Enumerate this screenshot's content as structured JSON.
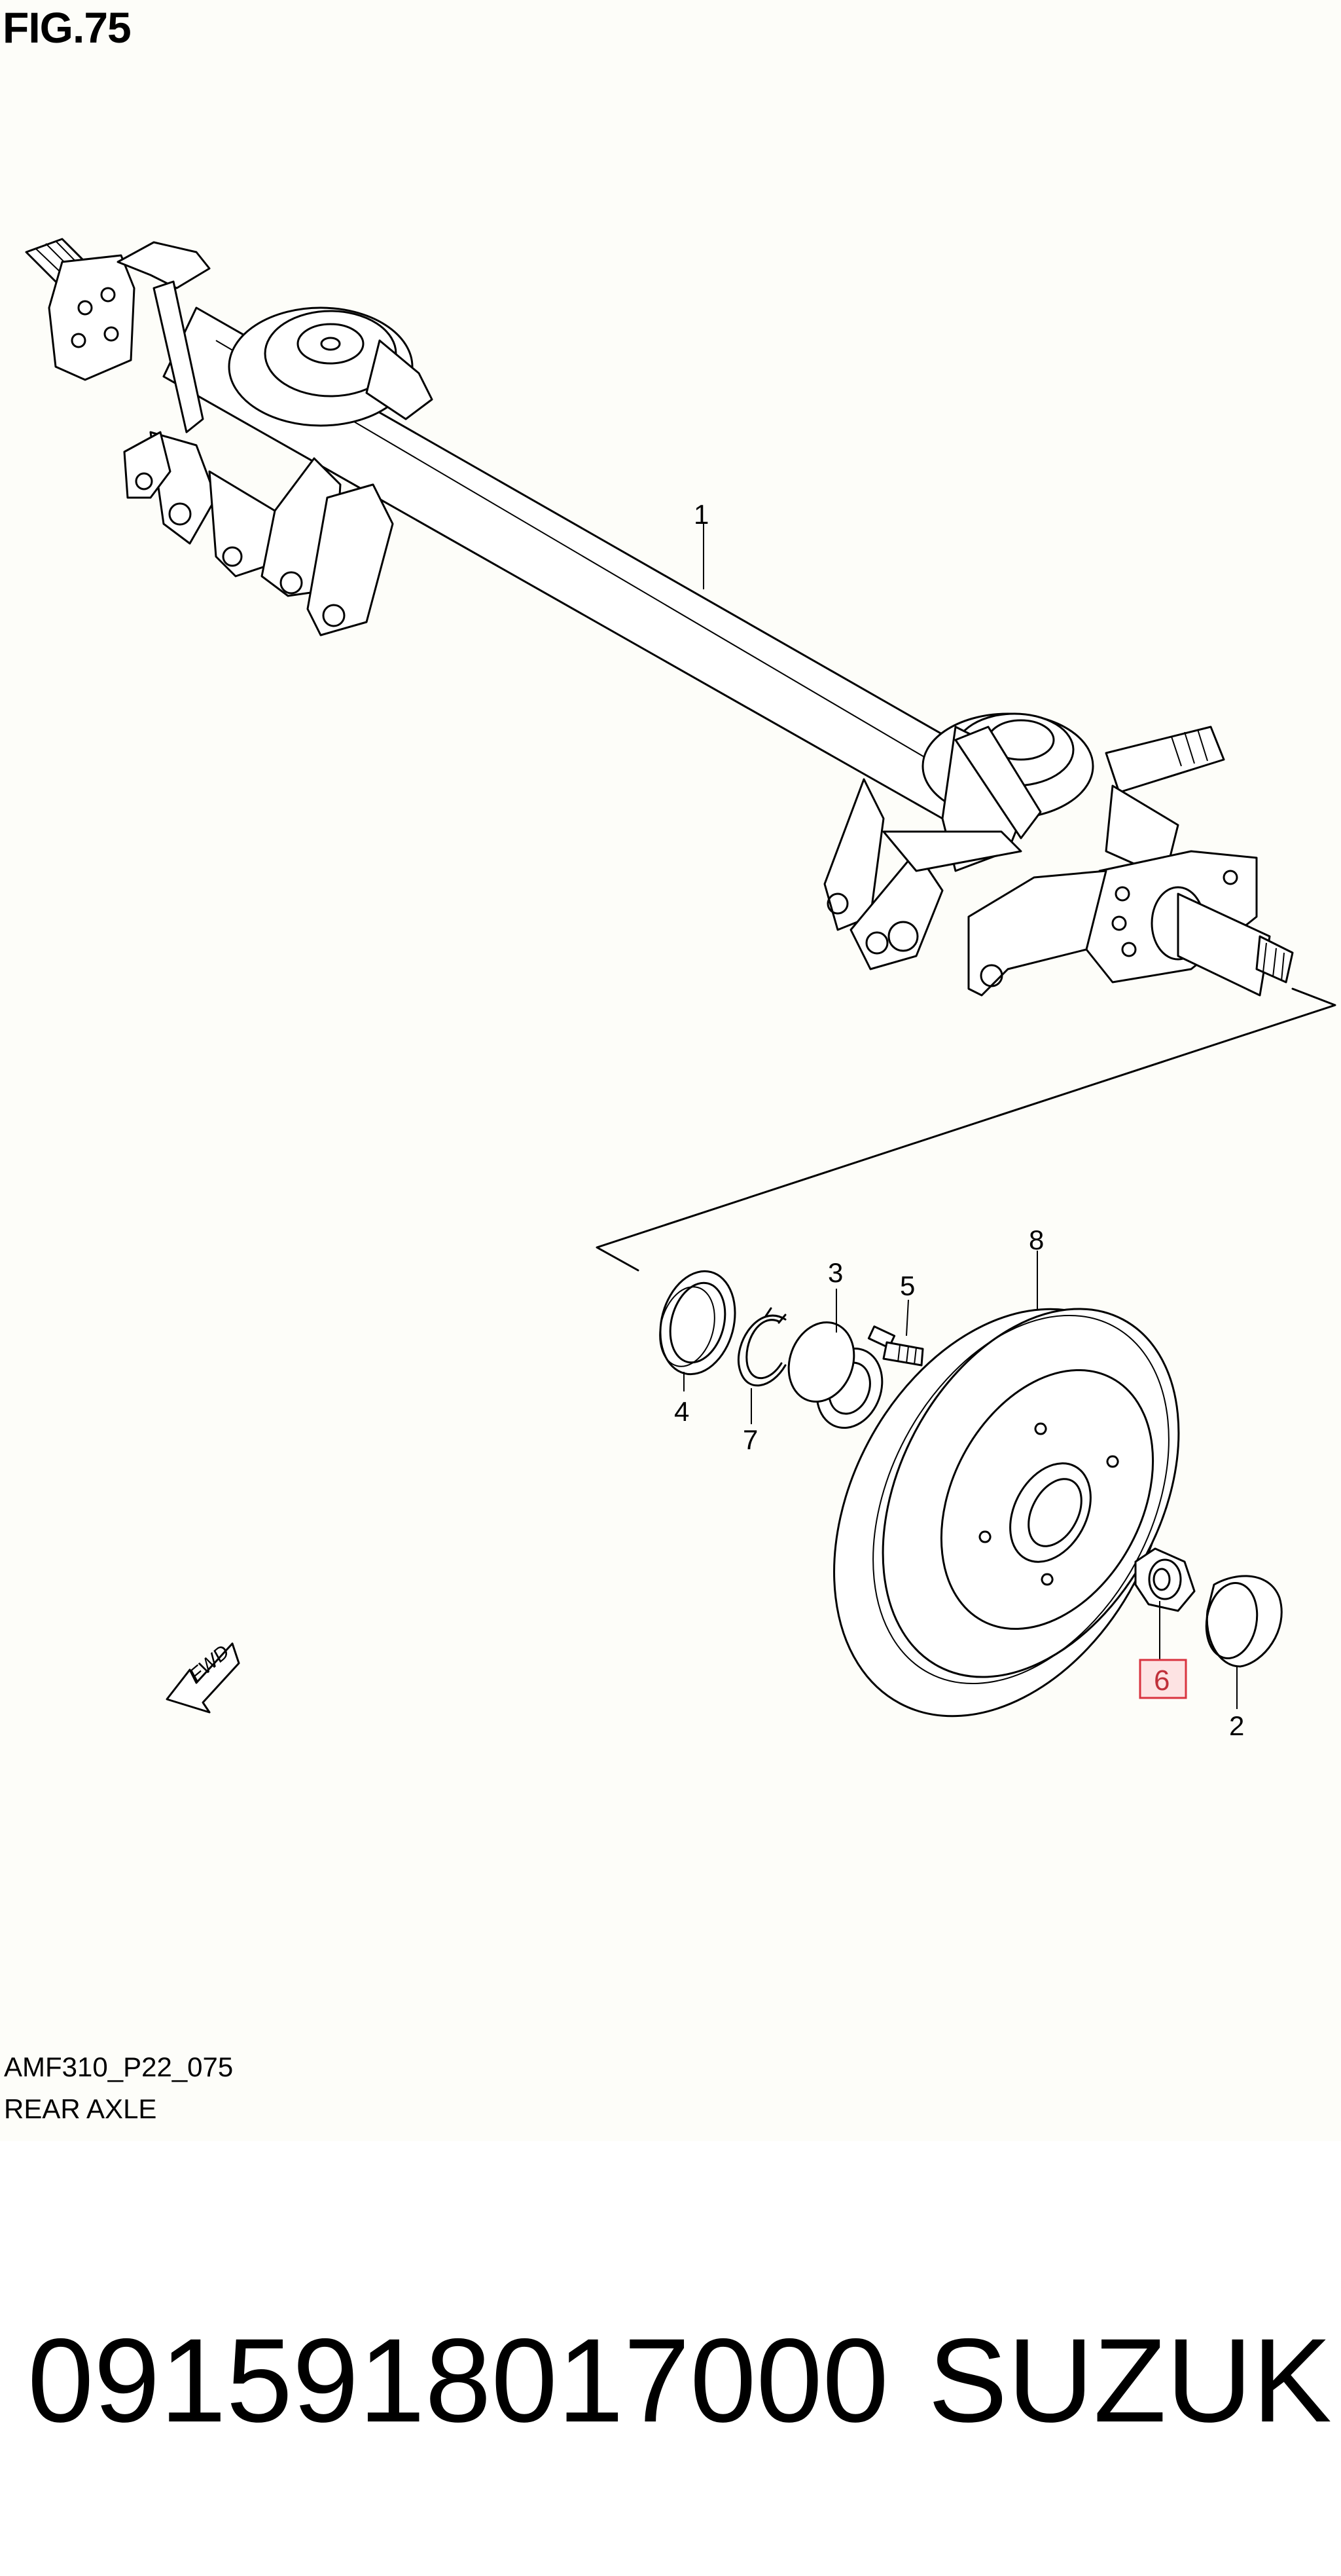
{
  "figure": {
    "title": "FIG.75"
  },
  "drawing": {
    "code": "AMF310_P22_075",
    "subtitle": "REAR AXLE",
    "fwd_label": "FWD",
    "callouts": [
      "1",
      "2",
      "3",
      "4",
      "5",
      "6",
      "7",
      "8"
    ],
    "highlighted_callout": "6"
  },
  "footer": {
    "part_number": "0915918017000",
    "brand": "SUZUKI"
  },
  "colors": {
    "highlight_fill": "#fde3e3",
    "highlight_border": "#d9333f",
    "sheet_background": "#fdfdf9"
  }
}
